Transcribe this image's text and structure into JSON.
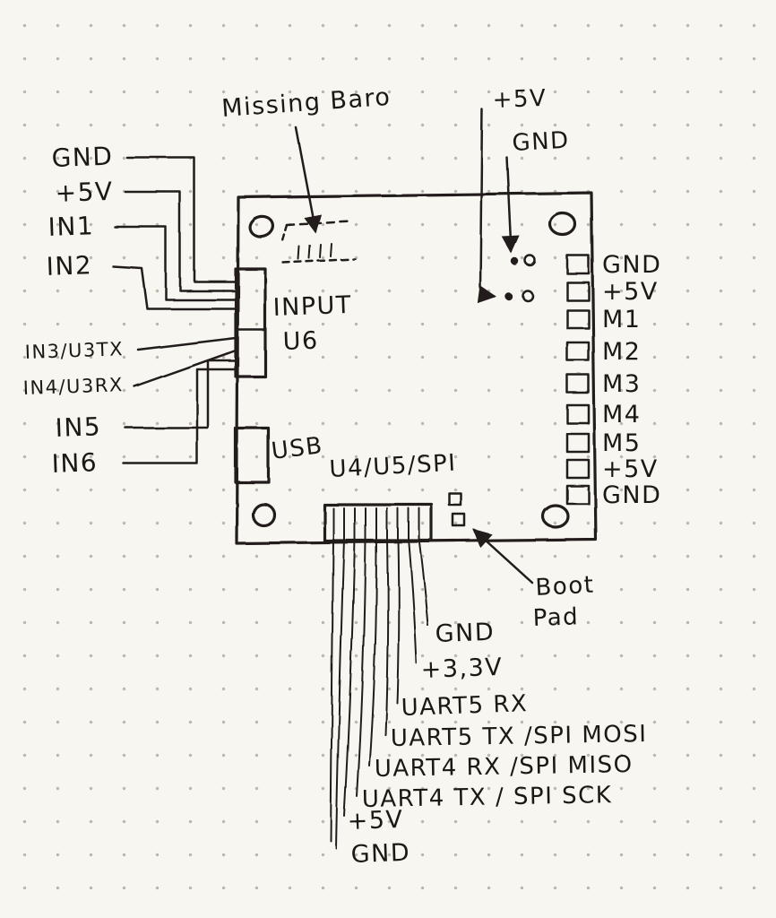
{
  "paper": {
    "background": "#f8f6f1",
    "dot_color": "#bdb8ae",
    "ink": "#221f1b"
  },
  "annotations": {
    "missing_baro": "Missing Baro",
    "boot_pad": [
      "Boot",
      "Pad"
    ],
    "top_power_5v": "+5V",
    "top_power_gnd": "GND"
  },
  "board": {
    "input_connector_label": [
      "INPUT",
      "U6"
    ],
    "usb_label": "USB",
    "spi_header_label": "U4/U5/SPI"
  },
  "left_pins": [
    "GND",
    "+5V",
    "IN1",
    "IN2",
    "IN3/U3TX",
    "IN4/U3RX",
    "IN5",
    "IN6"
  ],
  "right_pins": [
    "GND",
    "+5V",
    "M1",
    "M2",
    "M3",
    "M4",
    "M5",
    "+5V",
    "GND"
  ],
  "bottom_pins": [
    "GND",
    "+3,3V",
    "UART5 RX",
    "UART5 TX /SPI MOSI",
    "UART4 RX /SPI MISO",
    "UART4 TX / SPI SCK",
    "+5V",
    "GND"
  ]
}
